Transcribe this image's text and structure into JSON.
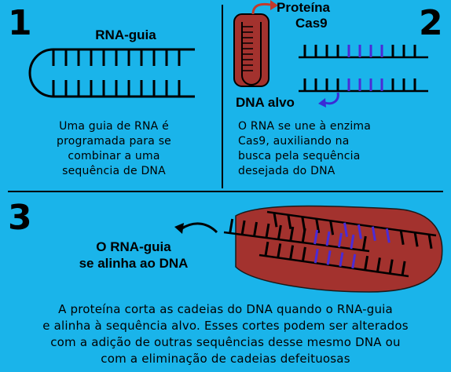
{
  "panel1": {
    "number": "1",
    "title": "RNA-guia",
    "caption": [
      "Uma guia de RNA é",
      "programada para se",
      "combinar a uma",
      "sequência de DNA"
    ]
  },
  "panel2": {
    "number": "2",
    "protein_label": [
      "Proteína",
      "Cas9"
    ],
    "dna_label": "DNA alvo",
    "caption": [
      "O RNA se une à enzima",
      "Cas9, auxiliando na",
      "busca pela sequência",
      "desejada do DNA"
    ]
  },
  "panel3": {
    "number": "3",
    "label": [
      "O RNA-guia",
      "se alinha ao DNA"
    ]
  },
  "footer": [
    "A proteína corta as cadeias do DNA quando o RNA-guia",
    "e alinha à sequência alvo. Esses cortes podem ser alterados",
    "com a adição de outras sequências desse mesmo DNA ou",
    "com a eliminação de cadeias defeituosas"
  ],
  "colors": {
    "background": "#1ab4ea",
    "protein": "#a3322e",
    "target_bases": "#4b2bd6",
    "ink": "#000000"
  }
}
